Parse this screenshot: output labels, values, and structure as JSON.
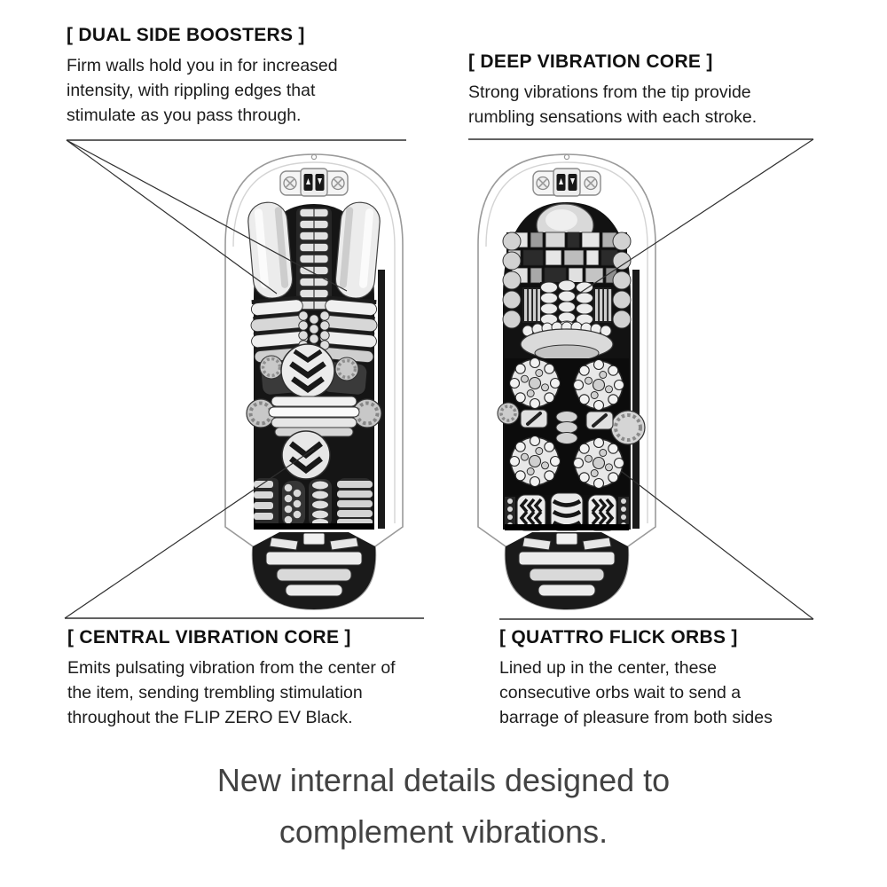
{
  "page": {
    "tagline": "New internal details designed to\ncomplement vibrations.",
    "colors": {
      "background": "#ffffff",
      "heading_text": "#111111",
      "body_text": "#1c1c1c",
      "tagline_text": "#424242",
      "callout_line": "#2f2f2f"
    }
  },
  "callouts": {
    "dual_side_boosters": {
      "title": "[ DUAL SIDE BOOSTERS ]",
      "description": "Firm walls hold you in for increased\nintensity, with rippling edges that\nstimulate as you pass through."
    },
    "deep_vibration_core": {
      "title": "[ DEEP VIBRATION CORE ]",
      "description": "Strong vibrations from the tip provide\nrumbling sensations with each stroke."
    },
    "central_vibration_core": {
      "title": "[ CENTRAL VIBRATION CORE ]",
      "description": "Emits pulsating vibration from the center of\nthe item, sending trembling stimulation\nthroughout the FLIP ZERO EV Black."
    },
    "quattro_flick_orbs": {
      "title": "[ QUATTRO FLICK ORBS ]",
      "description": "Lined up in the center, these\nconsecutive orbs wait to send a\nbarrage of pleasure from both sides"
    }
  },
  "illustrations": {
    "left": "flip-zero-ev-black-cutaway-boosters-view",
    "right": "flip-zero-ev-black-cutaway-orbs-view"
  }
}
